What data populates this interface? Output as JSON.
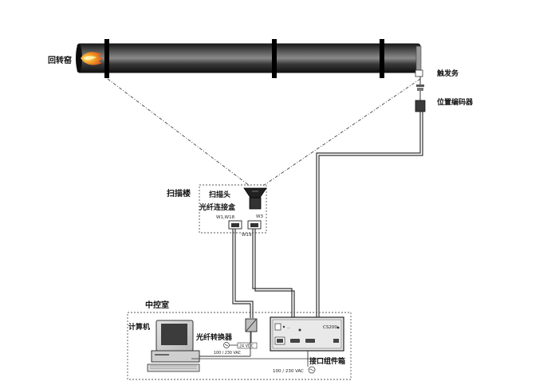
{
  "labels": {
    "rotary_kiln": "回转窑",
    "trigger": "触发务",
    "position_encoder": "位置编码器",
    "scan_building": "扫描楼",
    "scan_head": "扫描头",
    "fiber_junction_box": "光纤连接盒",
    "port_w1_w18": "W1,W18",
    "port_w3": "W3",
    "port_w19": "W19",
    "control_room": "中控室",
    "computer": "计算机",
    "fiber_converter": "光纤转换器",
    "vdc_24": "24 VDC",
    "vac_100_230_small": "100 / 230 VAC",
    "interface_box": "接口组件箱",
    "interface_model": "CS200",
    "vac_100_230_box": "100 / 230 VAC"
  },
  "colors": {
    "kiln_body": "#2a2a2a",
    "flame": "#f28a1e",
    "line": "#333333",
    "dashed": "#444444"
  }
}
